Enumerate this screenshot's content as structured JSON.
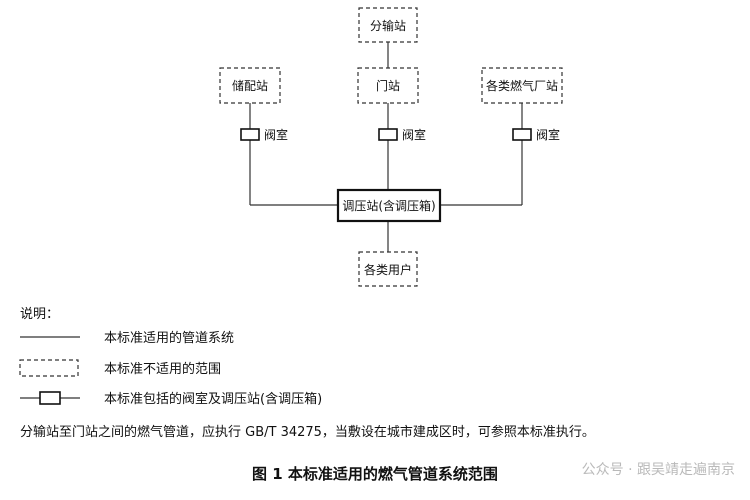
{
  "nodes": {
    "fenshuzhan": "分输站",
    "chupeizhan": "储配站",
    "menzhan": "门站",
    "gelei_changzhan": "各类燃气厂站",
    "tiaoyazhan": "调压站(含调压箱)",
    "gelei_yonghu": "各类用户"
  },
  "valve_label": "阀室",
  "legend": {
    "title": "说明：",
    "items": [
      {
        "symbol": "solid-line",
        "text": "本标准适用的管道系统"
      },
      {
        "symbol": "dashed-box",
        "text": "本标准不适用的范围"
      },
      {
        "symbol": "valve-box",
        "text": "本标准包括的阀室及调压站(含调压箱)"
      }
    ]
  },
  "note": "分输站至门站之间的燃气管道，应执行 GB/T 34275，当敷设在城市建成区时，可参照本标准执行。",
  "caption": "图 1   本标准适用的燃气管道系统范围",
  "watermark": "公众号 · 跟吴靖走遍南京"
}
